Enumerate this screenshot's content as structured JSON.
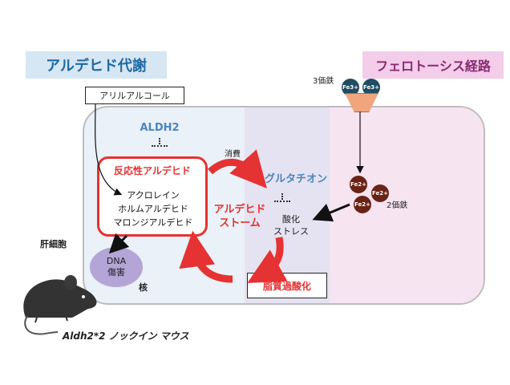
{
  "headers": {
    "left": "アルデヒド代謝",
    "right": "フェロトーシス経路"
  },
  "labels": {
    "aryl_alcohol": "アリルアルコール",
    "aldh2": "ALDH2",
    "reactive_aldehyde": "反応性アルデヒド",
    "acrolein": "アクロレイン",
    "formaldehyde": "ホルムアルデヒド",
    "malondialdehyde": "マロンジアルデヒド",
    "liver_cell": "肝細胞",
    "dna_line1": "DNA",
    "dna_line2": "傷害",
    "nucleus": "核",
    "consumption": "消費",
    "glutathione": "グルタチオン",
    "storm_line1": "アルデヒド",
    "storm_line2": "ストーム",
    "oxidative_line1": "酸化",
    "oxidative_line2": "ストレス",
    "lipid_peroxidation": "脂質過酸化",
    "fe3_text": "3価鉄",
    "fe2_text": "2価鉄",
    "fe3_ion": "Fe3+",
    "fe2_ion": "Fe2+",
    "mouse": "Aldh2*2 ノックイン マウス"
  },
  "colors": {
    "accent_red": "#e53232",
    "accent_blue": "#4a86c0",
    "fe3_color": "#1f4d63",
    "fe2_color": "#6a2315"
  },
  "icons": [
    "mouse-icon",
    "funnel-icon"
  ]
}
